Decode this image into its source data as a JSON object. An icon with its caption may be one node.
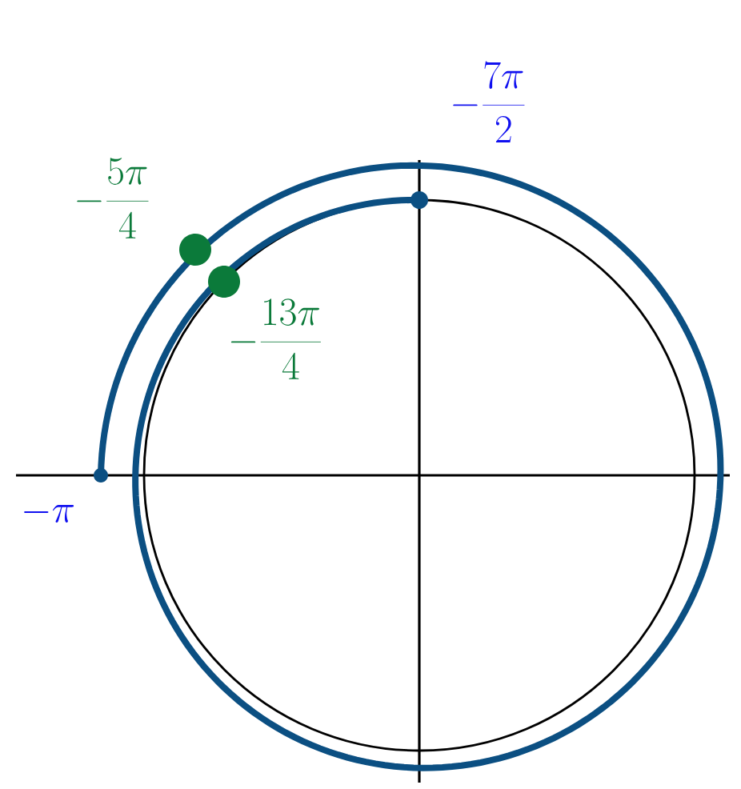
{
  "diagram": {
    "nodes": [
      {
        "text": [],
        "shape": "circle",
        "beside": [
          "-\\pi"
        ]
      },
      {
        "text": [],
        "shape": "circle",
        "beside": [
          "-\\frac{5\\pi}{4}"
        ]
      },
      {
        "text": [],
        "shape": "circle",
        "beside": [
          "-\\frac{13\\pi}{4}"
        ]
      },
      {
        "text": [],
        "shape": "circle",
        "beside": [
          "-\\frac{7\\pi}{2}"
        ]
      }
    ],
    "edges": []
  }
}
